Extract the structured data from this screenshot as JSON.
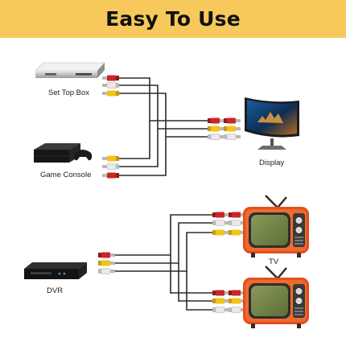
{
  "header": {
    "title": "Easy To Use"
  },
  "devices": {
    "set_top_box": "Set Top Box",
    "game_console": "Game Console",
    "display": "Display",
    "tv": "TV",
    "dvr": "DVR"
  },
  "colors": {
    "banner": "#f6c95a",
    "plug_red": "#c9262a",
    "plug_white": "#e6e6e6",
    "plug_yellow": "#f0c419",
    "cable": "#2b2b2b",
    "tv_body": "#e2501e"
  }
}
